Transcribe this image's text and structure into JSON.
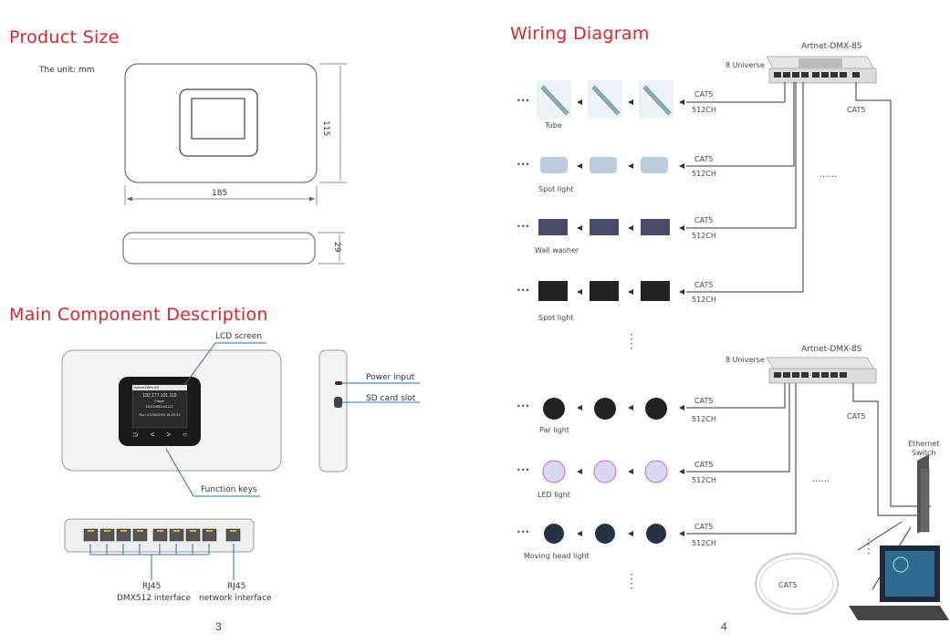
{
  "left_page": {
    "product_size": {
      "title": "Product Size",
      "unit_note": "The unit: mm",
      "width_label": "185",
      "height_label": "115",
      "depth_label": "29"
    },
    "components": {
      "title": "Main Component Description",
      "lcd_label": "LCD screen",
      "function_keys_label": "Function keys",
      "power_input_label": "Power input",
      "sd_card_label": "SD card slot",
      "screen_lines": [
        "Artnet-DMX-8S",
        "192.177.101.110",
        "Player",
        "ROOMBOX0127",
        "Run   17/06/2016  15:20:33"
      ],
      "keys": [
        "⊃",
        "<",
        ">",
        "○"
      ],
      "rj45_dmx_label": "RJ45",
      "rj45_dmx_sub": "DMX512 interface",
      "rj45_net_label": "RJ45",
      "rj45_net_sub": "network interface"
    },
    "page_number": "3"
  },
  "right_page": {
    "wiring": {
      "title": "Wiring Diagram",
      "controller_name_1": "Artnet-DMX-8S",
      "controller_name_2": "Artnet-DMX-8S",
      "universe_1": "8 Universe",
      "universe_2": "8 Universe",
      "cat5": "CAT5",
      "ch512": "512CH",
      "dots": "......",
      "ellipsis": "•••",
      "ethernet_switch_line1": "Ethernet",
      "ethernet_switch_line2": "Switch",
      "cable_label": "CAT5",
      "fixtures": [
        "Tube",
        "Spot light",
        "Wall washer",
        "Spot light",
        "Par light",
        "LED light",
        "Moving head light"
      ]
    },
    "page_number": "4"
  }
}
